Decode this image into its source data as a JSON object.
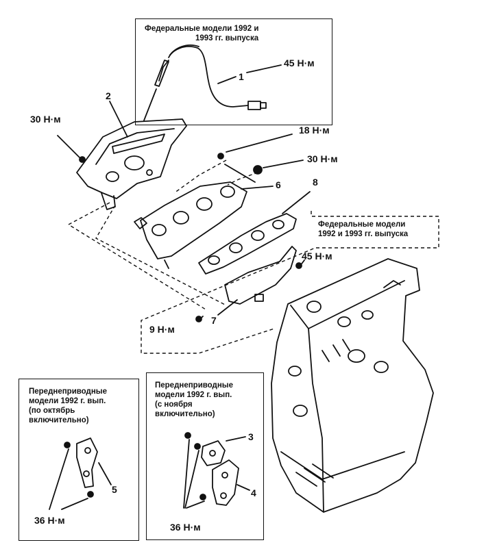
{
  "captions": {
    "federal_top_1": "Федеральные модели 1992 и",
    "federal_top_2": "1993 гг. выпуска",
    "federal_mid_1": "Федеральные модели",
    "federal_mid_2": "1992 и 1993 гг. выпуска",
    "fwd_left_1": "Переднеприводные",
    "fwd_left_2": "модели 1992 г. вып.",
    "fwd_left_3": "(по октябрь",
    "fwd_left_4": "включительно)",
    "fwd_right_1": "Переднеприводные",
    "fwd_right_2": "модели 1992 г. вып.",
    "fwd_right_3": "(с ноября",
    "fwd_right_4": "включительно)"
  },
  "torques": {
    "t45_top": "45 Н·м",
    "t30_left": "30 Н·м",
    "t18": "18 Н·м",
    "t30_right": "30 Н·м",
    "t45_mid": "45 Н·м",
    "t9": "9 Н·м",
    "t36_left": "36 Н·м",
    "t36_right": "36 Н·м"
  },
  "callouts": {
    "n1": "1",
    "n2": "2",
    "n3": "3",
    "n4": "4",
    "n5": "5",
    "n6": "6",
    "n7": "7",
    "n8": "8"
  }
}
